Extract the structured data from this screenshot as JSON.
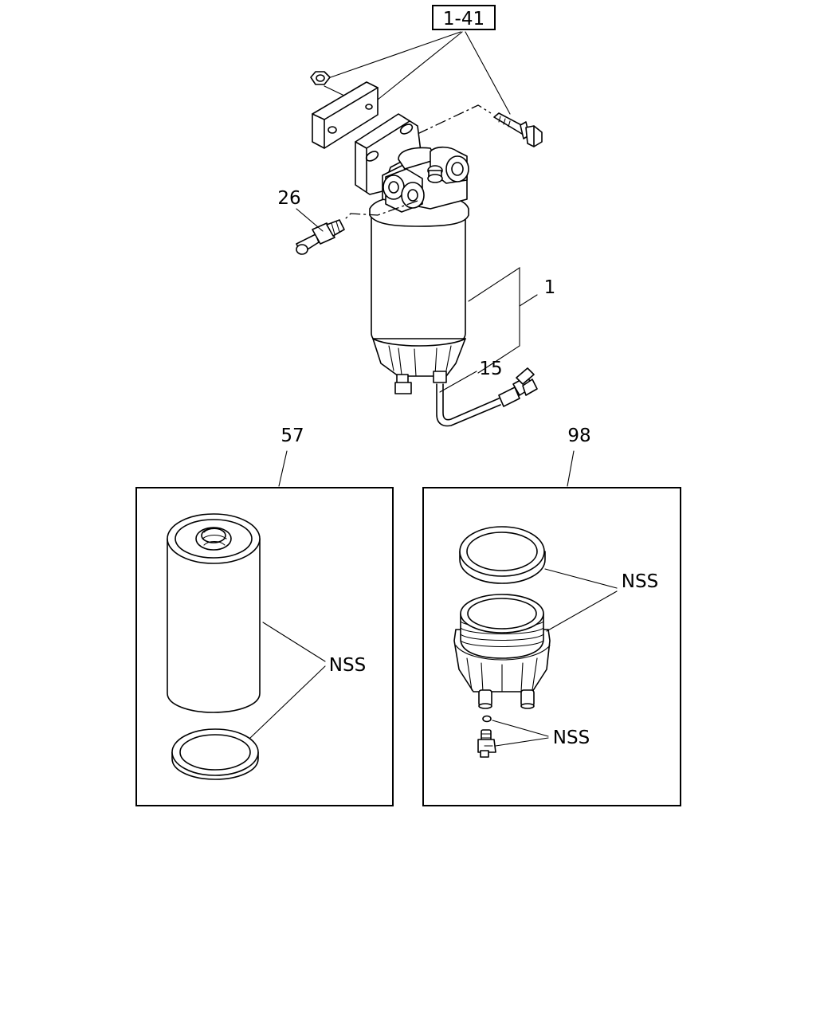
{
  "labels": {
    "ref_section": "1-41",
    "part_26": "26",
    "part_1": "1",
    "part_15": "15",
    "part_57": "57",
    "part_98": "98",
    "nss_element": "NSS",
    "nss_bowl": "NSS",
    "nss_sensor": "NSS"
  },
  "icons": {
    "assembly": "fuel-filter-assembly-icon",
    "element": "filter-element-icon",
    "bowl": "filter-bowl-icon"
  }
}
